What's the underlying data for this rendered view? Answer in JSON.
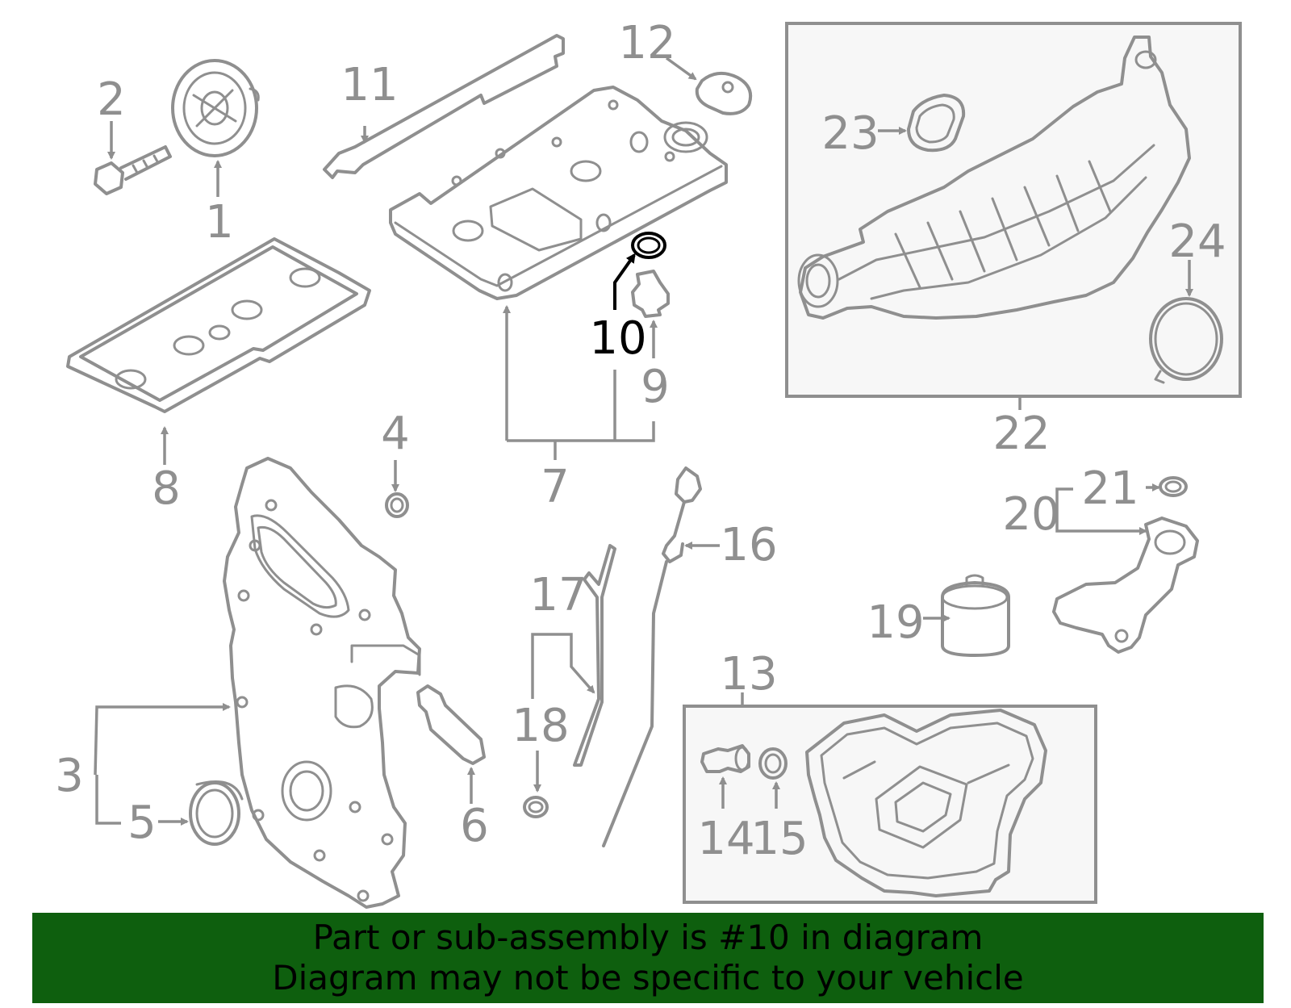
{
  "callouts": {
    "n1": "1",
    "n2": "2",
    "n3": "3",
    "n4": "4",
    "n5": "5",
    "n6": "6",
    "n7": "7",
    "n8": "8",
    "n9": "9",
    "n10": "10",
    "n11": "11",
    "n12": "12",
    "n13": "13",
    "n14": "14",
    "n15": "15",
    "n16": "16",
    "n17": "17",
    "n18": "18",
    "n19": "19",
    "n20": "20",
    "n21": "21",
    "n22": "22",
    "n23": "23",
    "n24": "24"
  },
  "highlighted_part": "10",
  "colors": {
    "line_gray": "#8f8f8f",
    "highlight": "#000000",
    "banner_bg": "#0e5f0e",
    "banner_text": "#000000"
  },
  "banner": {
    "line1": "Part or sub-assembly is #10 in diagram",
    "line2": "Diagram may not be specific to your vehicle"
  }
}
